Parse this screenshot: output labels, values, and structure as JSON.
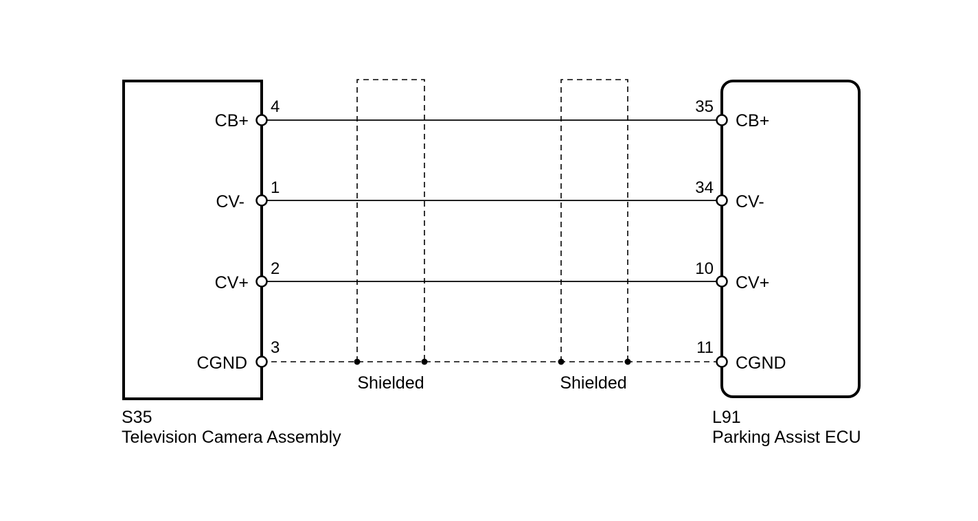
{
  "left_component": {
    "code": "S35",
    "name": "Television Camera Assembly",
    "pins": [
      {
        "signal": "CB+",
        "number": "4"
      },
      {
        "signal": "CV-",
        "number": "1"
      },
      {
        "signal": "CV+",
        "number": "2"
      },
      {
        "signal": "CGND",
        "number": "3"
      }
    ]
  },
  "right_component": {
    "code": "L91",
    "name": "Parking Assist ECU",
    "pins": [
      {
        "signal": "CB+",
        "number": "35"
      },
      {
        "signal": "CV-",
        "number": "34"
      },
      {
        "signal": "CV+",
        "number": "10"
      },
      {
        "signal": "CGND",
        "number": "11"
      }
    ]
  },
  "shields": [
    {
      "label": "Shielded"
    },
    {
      "label": "Shielded"
    }
  ],
  "colors": {
    "line": "#000000",
    "background": "#ffffff"
  }
}
